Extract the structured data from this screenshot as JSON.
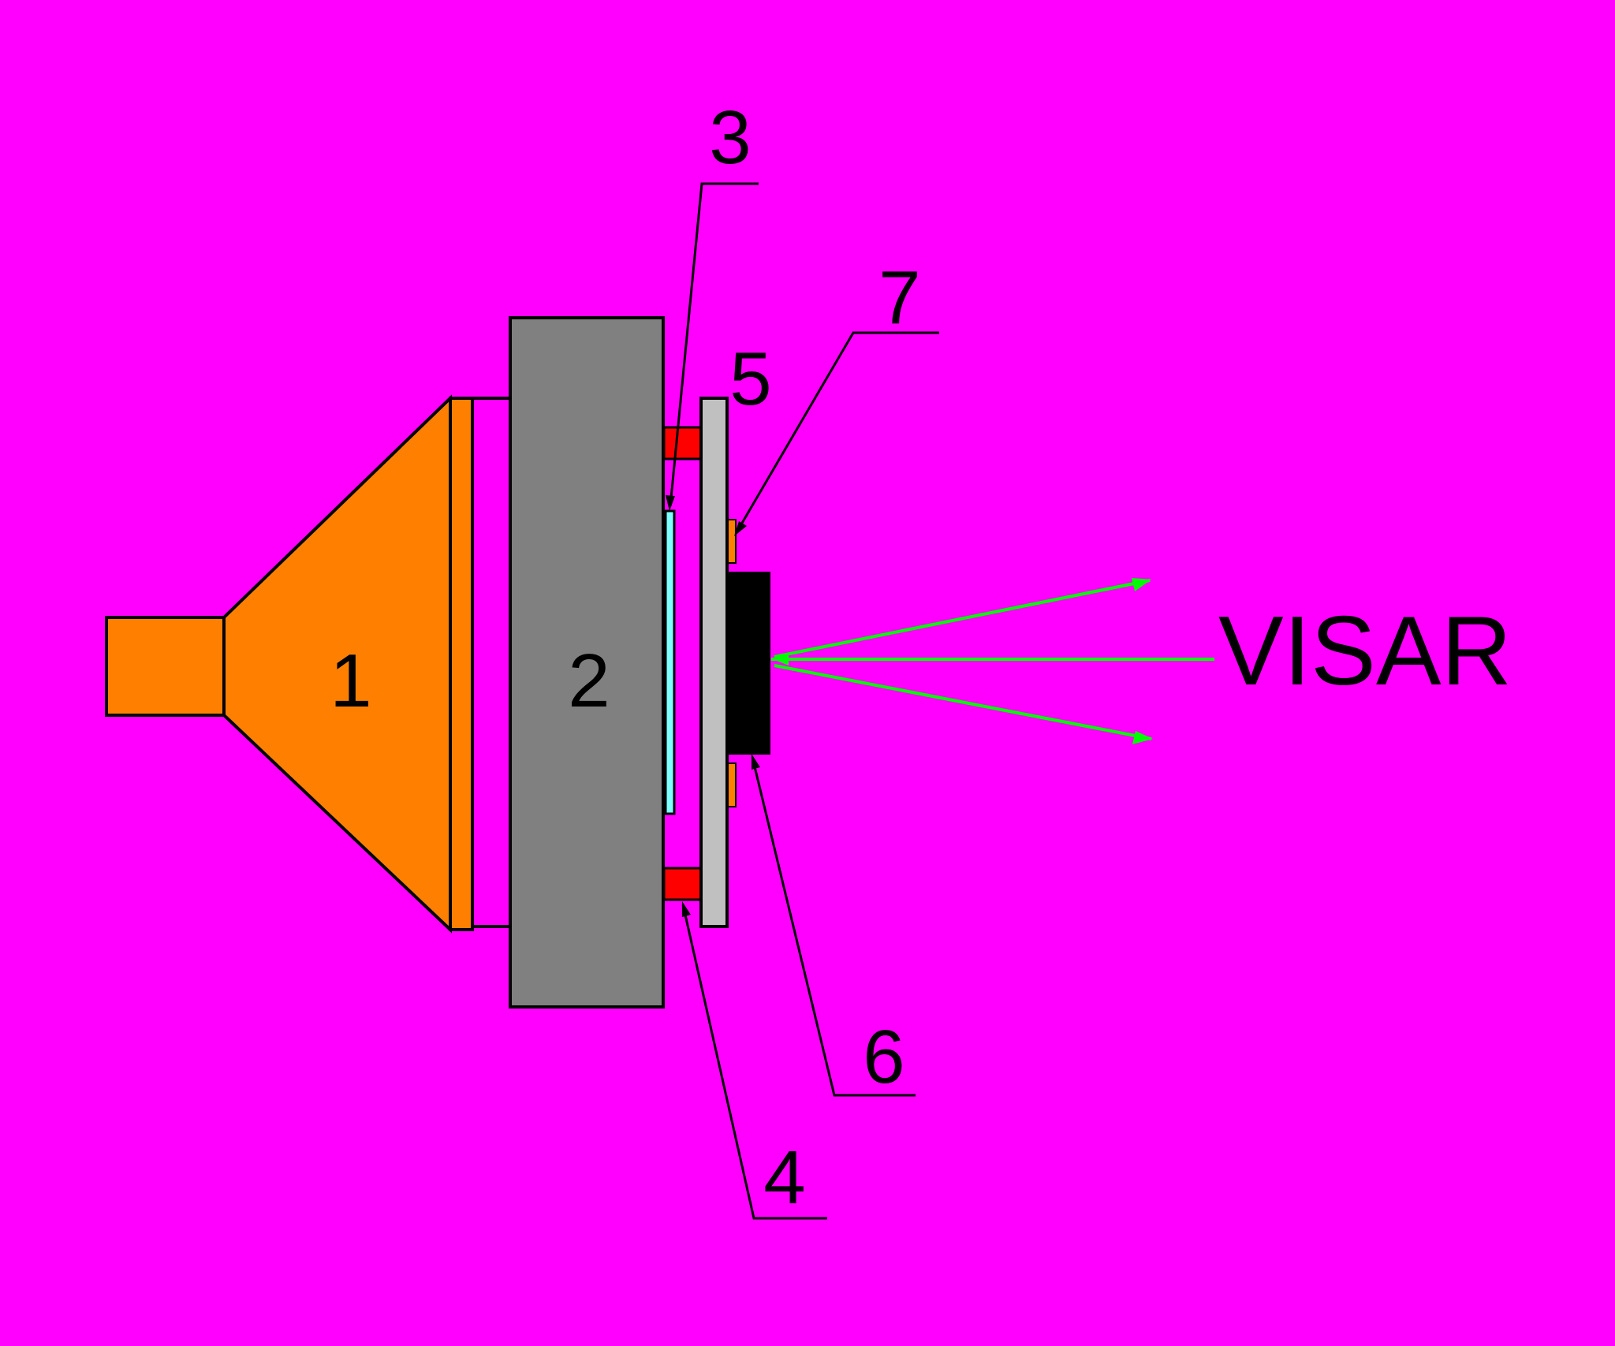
{
  "labels": {
    "part_1": "1",
    "part_2": "2",
    "part_3": "3",
    "part_4": "4",
    "part_5": "5",
    "part_6": "6",
    "part_7": "7",
    "visar": "VISAR"
  },
  "colors": {
    "background": "#ff00ff",
    "part_1": "#ff8000",
    "part_2": "#808080",
    "part_3": "#80ffff",
    "part_4": "#ff0000",
    "part_5": "#c0c0c0",
    "part_6": "#000000",
    "part_7": "#ff8000",
    "beam": "#00ff00",
    "outline": "#000000"
  }
}
